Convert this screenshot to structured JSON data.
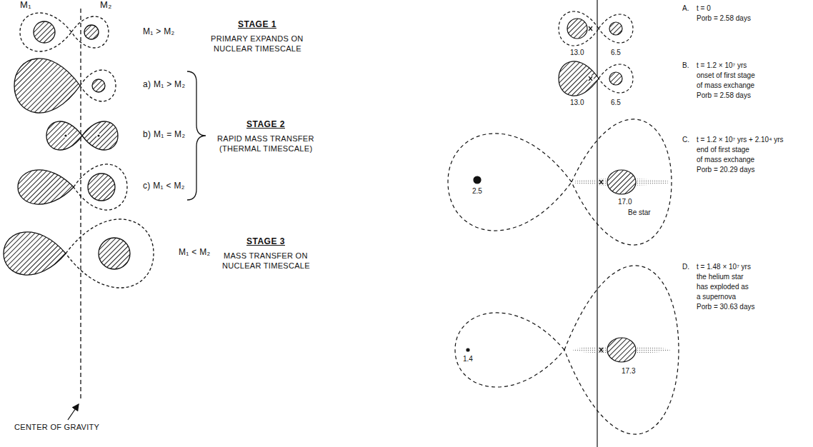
{
  "diagram": {
    "labels": [
      "M₁",
      "M₂",
      "M₁ > M₂",
      "STAGE 1",
      "PRIMARY EXPANDS ON",
      "NUCLEAR TIMESCALE",
      "a) M₁ > M₂",
      "b) M₁ = M₂",
      "STAGE 2",
      "RAPID MASS TRANSFER",
      "(THERMAL TIMESCALE)",
      "c) M₁ < M₂",
      "M₁ < M₂",
      "STAGE 3",
      "MASS TRANSFER ON",
      "NUCLEAR TIMESCALE",
      "CENTER OF GRAVITY",
      "A.",
      "t = 0",
      "Porb = 2.58 days",
      "13.0",
      "6.5",
      "B.",
      "t = 1.2 × 10⁷ yrs",
      "onset of first stage",
      "of mass exchange",
      "Porb = 2.58 days",
      "13.0",
      "6.5",
      "C.",
      "t = 1.2 × 10⁷ yrs + 2.10⁴ yrs",
      "end of first stage",
      "of mass exchange",
      "Porb = 20.29 days",
      "2.5",
      "17.0",
      "Be star",
      "D.",
      "t = 1.48 × 10⁷ yrs",
      "the helium star",
      "has exploded as",
      "a supernova",
      "Porb = 30.63 days",
      "1.4",
      "17.3"
    ]
  }
}
